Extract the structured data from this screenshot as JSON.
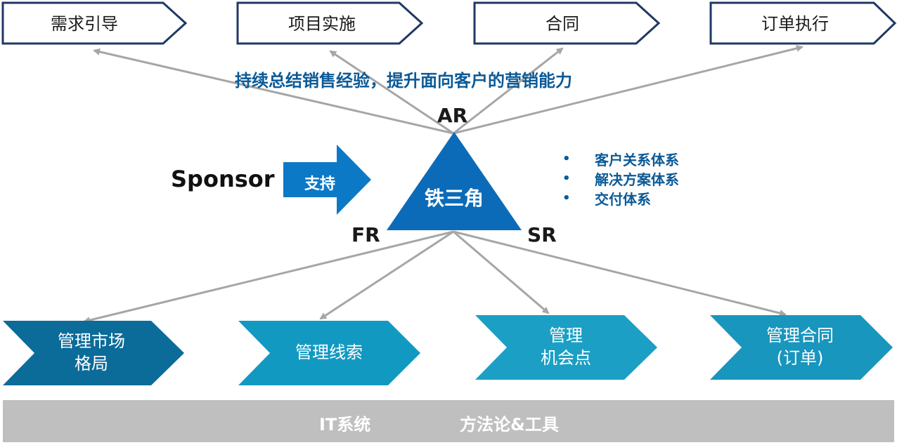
{
  "top_steps": [
    "需求引导",
    "项目实施",
    "合同",
    "订单执行"
  ],
  "slogan": "持续总结销售经验，提升面向客户的营销能力",
  "triangle": {
    "center_label": "铁三角",
    "top_vertex": "AR",
    "left_vertex": "FR",
    "right_vertex": "SR"
  },
  "sponsor": {
    "label": "Sponsor",
    "arrow_label": "支持"
  },
  "systems": [
    "客户关系体系",
    "解决方案体系",
    "交付体系"
  ],
  "bottom_steps": [
    {
      "line1": "管理市场",
      "line2": "格局"
    },
    {
      "line1": "管理线索",
      "line2": ""
    },
    {
      "line1": "管理",
      "line2": "机会点"
    },
    {
      "line1": "管理合同",
      "line2": "(订单)"
    }
  ],
  "footer": {
    "it_system": "IT系统",
    "methodology": "方法论&工具"
  },
  "colors": {
    "top_border": "#1f3864",
    "triangle": "#0b6bb8",
    "slogan": "#0b5a96",
    "sponsor_arrow": "#0c79c7",
    "chevron_1": "#0b6b99",
    "chevron_2": "#1299c2",
    "chevron_3": "#1c9fc4",
    "chevron_4": "#1896bd",
    "connector": "#a6a6a6",
    "footer": "#bfbfbf"
  }
}
